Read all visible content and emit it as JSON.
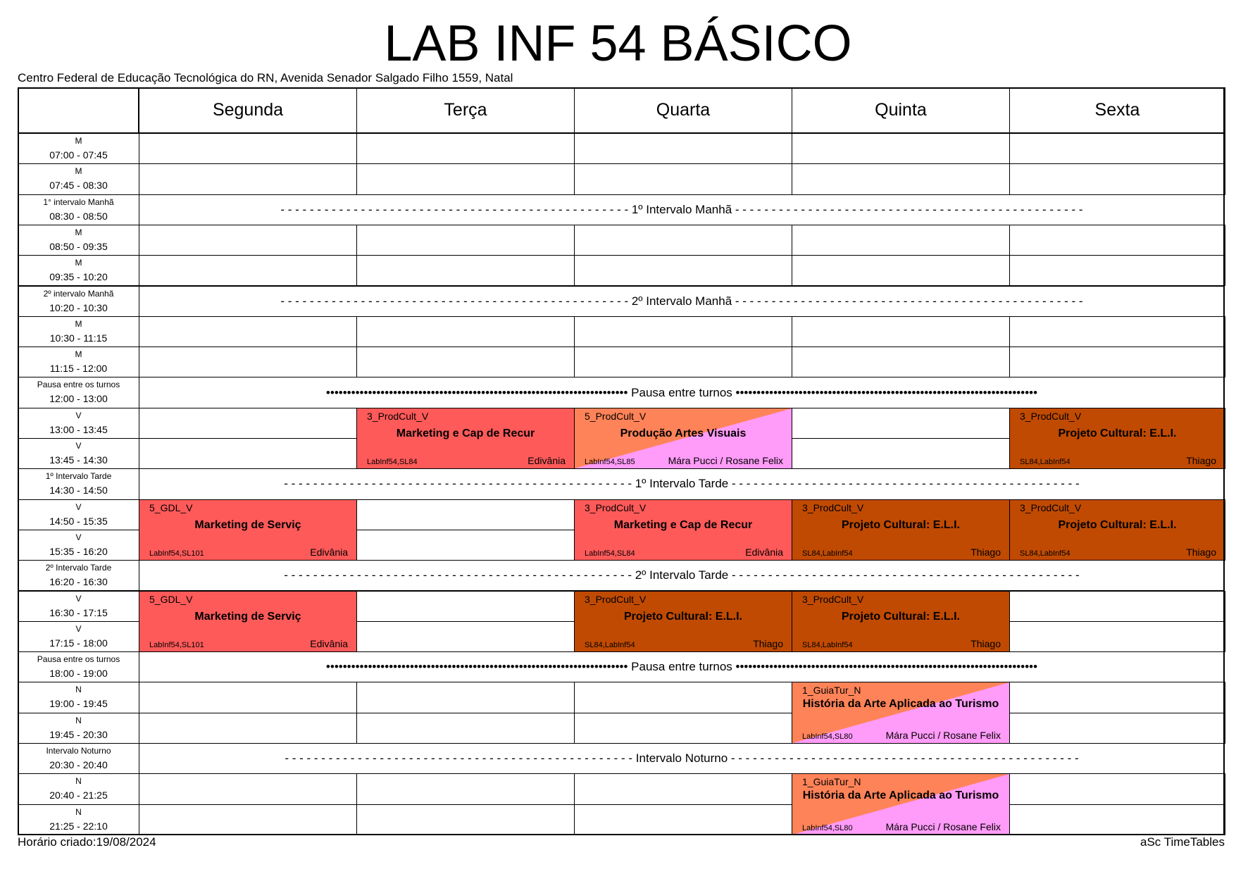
{
  "title": "LAB INF 54 BÁSICO",
  "subtitle": "Centro Federal de Educação Tecnológica do RN, Avenida Senador Salgado Filho 1559, Natal",
  "days": [
    "Segunda",
    "Terça",
    "Quarta",
    "Quinta",
    "Sexta"
  ],
  "periods": [
    {
      "label": "M",
      "time": "07:00 - 07:45"
    },
    {
      "label": "M",
      "time": "07:45 - 08:30"
    },
    {
      "label": "1° intervalo Manhã",
      "time": "08:30 - 08:50",
      "break": "- - - - - - - - - - - - - - - - - - - - - - - - - - - - - - - - - - - - - - - - - - - - - - - - 1º Intervalo Manhã - - - - - - - - - - - - - - - - - - - - - - - - - - - - - - - - - - - - - - - - - - - - - - - -"
    },
    {
      "label": "M",
      "time": "08:50 - 09:35"
    },
    {
      "label": "M",
      "time": "09:35 - 10:20"
    },
    {
      "label": "2º intervalo Manhã",
      "time": "10:20 - 10:30",
      "break": "- - - - - - - - - - - - - - - - - - - - - - - - - - - - - - - - - - - - - - - - - - - - - - - - 2º Intervalo Manhã - - - - - - - - - - - - - - - - - - - - - - - - - - - - - - - - - - - - - - - - - - - - - - - -"
    },
    {
      "label": "M",
      "time": "10:30 - 11:15"
    },
    {
      "label": "M",
      "time": "11:15 - 12:00"
    },
    {
      "label": "Pausa entre os turnos",
      "time": "12:00 - 13:00",
      "break": "•••••••••••••••••••••••••••••••••••••••••••••••••••••••••••••••••••••••• Pausa entre turnos ••••••••••••••••••••••••••••••••••••••••••••••••••••••••••••••••••••••••"
    },
    {
      "label": "V",
      "time": "13:00 - 13:45"
    },
    {
      "label": "V",
      "time": "13:45 - 14:30"
    },
    {
      "label": "1º Intervalo Tarde",
      "time": "14:30 - 14:50",
      "break": "- - - - - - - - - - - - - - - - - - - - - - - - - - - - - - - - - - - - - - - - - - - - - - - - 1º Intervalo Tarde - - - - - - - - - - - - - - - - - - - - - - - - - - - - - - - - - - - - - - - - - - - - - - - -"
    },
    {
      "label": "V",
      "time": "14:50 - 15:35"
    },
    {
      "label": "V",
      "time": "15:35 - 16:20"
    },
    {
      "label": "2º Intervalo Tarde",
      "time": "16:20 - 16:30",
      "break": "- - - - - - - - - - - - - - - - - - - - - - - - - - - - - - - - - - - - - - - - - - - - - - - - 2º Intervalo Tarde - - - - - - - - - - - - - - - - - - - - - - - - - - - - - - - - - - - - - - - - - - - - - - - -"
    },
    {
      "label": "V",
      "time": "16:30 - 17:15"
    },
    {
      "label": "V",
      "time": "17:15 - 18:00"
    },
    {
      "label": "Pausa entre os turnos",
      "time": "18:00 - 19:00",
      "break": "•••••••••••••••••••••••••••••••••••••••••••••••••••••••••••••••••••••••• Pausa entre turnos ••••••••••••••••••••••••••••••••••••••••••••••••••••••••••••••••••••••••"
    },
    {
      "label": "N",
      "time": "19:00 - 19:45"
    },
    {
      "label": "N",
      "time": "19:45 - 20:30"
    },
    {
      "label": "Intervalo Noturno",
      "time": "20:30 - 20:40",
      "break": "- - - - - - - - - - - - - - - - - - - - - - - - - - - - - - - - - - - - - - - - - - - - - - - - Intervalo Noturno - - - - - - - - - - - - - - - - - - - - - - - - - - - - - - - - - - - - - - - - - - - - - - - -"
    },
    {
      "label": "N",
      "time": "20:40 - 21:25"
    },
    {
      "label": "N",
      "time": "21:25 - 22:10"
    }
  ],
  "lessons": [
    {
      "day": 1,
      "period": 9,
      "span": 2,
      "code": "3_ProdCult_V",
      "subject": "Marketing e Cap de Recur",
      "room": "LabInf54,SL84",
      "teacher": "Edivânia",
      "color": "#ff5a5a"
    },
    {
      "day": 2,
      "period": 9,
      "span": 2,
      "code": "5_ProdCult_V",
      "subject": "Produção Artes Visuais",
      "room": "LabInf54,SL85",
      "teacher": "Mára Pucci / Rosane Felix",
      "color": "#ff8358",
      "color2": "#ff9bf8"
    },
    {
      "day": 4,
      "period": 9,
      "span": 2,
      "code": "3_ProdCult_V",
      "subject": "Projeto Cultural: E.L.I.",
      "room": "SL84,LabInf54",
      "teacher": "Thiago",
      "color": "#c04a02"
    },
    {
      "day": 0,
      "period": 12,
      "span": 2,
      "code": "5_GDL_V",
      "subject": "Marketing de Serviç",
      "room": "LabInf54,SL101",
      "teacher": "Edivânia",
      "color": "#ff5a5a"
    },
    {
      "day": 2,
      "period": 12,
      "span": 2,
      "code": "3_ProdCult_V",
      "subject": "Marketing e Cap de Recur",
      "room": "LabInf54,SL84",
      "teacher": "Edivânia",
      "color": "#ff5a5a"
    },
    {
      "day": 3,
      "period": 12,
      "span": 2,
      "code": "3_ProdCult_V",
      "subject": "Projeto Cultural: E.L.I.",
      "room": "SL84,LabInf54",
      "teacher": "Thiago",
      "color": "#c04a02"
    },
    {
      "day": 4,
      "period": 12,
      "span": 2,
      "code": "3_ProdCult_V",
      "subject": "Projeto Cultural: E.L.I.",
      "room": "SL84,LabInf54",
      "teacher": "Thiago",
      "color": "#c04a02"
    },
    {
      "day": 0,
      "period": 15,
      "span": 2,
      "code": "5_GDL_V",
      "subject": "Marketing de Serviç",
      "room": "LabInf54,SL101",
      "teacher": "Edivânia",
      "color": "#ff5a5a"
    },
    {
      "day": 2,
      "period": 15,
      "span": 2,
      "code": "3_ProdCult_V",
      "subject": "Projeto Cultural: E.L.I.",
      "room": "SL84,LabInf54",
      "teacher": "Thiago",
      "color": "#c04a02"
    },
    {
      "day": 3,
      "period": 15,
      "span": 2,
      "code": "3_ProdCult_V",
      "subject": "Projeto Cultural: E.L.I.",
      "room": "SL84,LabInf54",
      "teacher": "Thiago",
      "color": "#c04a02"
    },
    {
      "day": 3,
      "period": 18,
      "span": 2,
      "code": "1_GuiaTur_N",
      "subject": "História da Arte Aplicada ao Turismo",
      "room": "LabInf54,SL80",
      "teacher": "Mára Pucci / Rosane Felix",
      "color": "#ff8358",
      "color2": "#ff9bf8"
    },
    {
      "day": 3,
      "period": 21,
      "span": 2,
      "code": "1_GuiaTur_N",
      "subject": "História da Arte Aplicada ao Turismo",
      "room": "LabInf54,SL80",
      "teacher": "Mára Pucci / Rosane Felix",
      "color": "#ff8358",
      "color2": "#ff9bf8"
    }
  ],
  "footer": {
    "created": "Horário criado:19/08/2024",
    "generator": "aSc TimeTables"
  }
}
